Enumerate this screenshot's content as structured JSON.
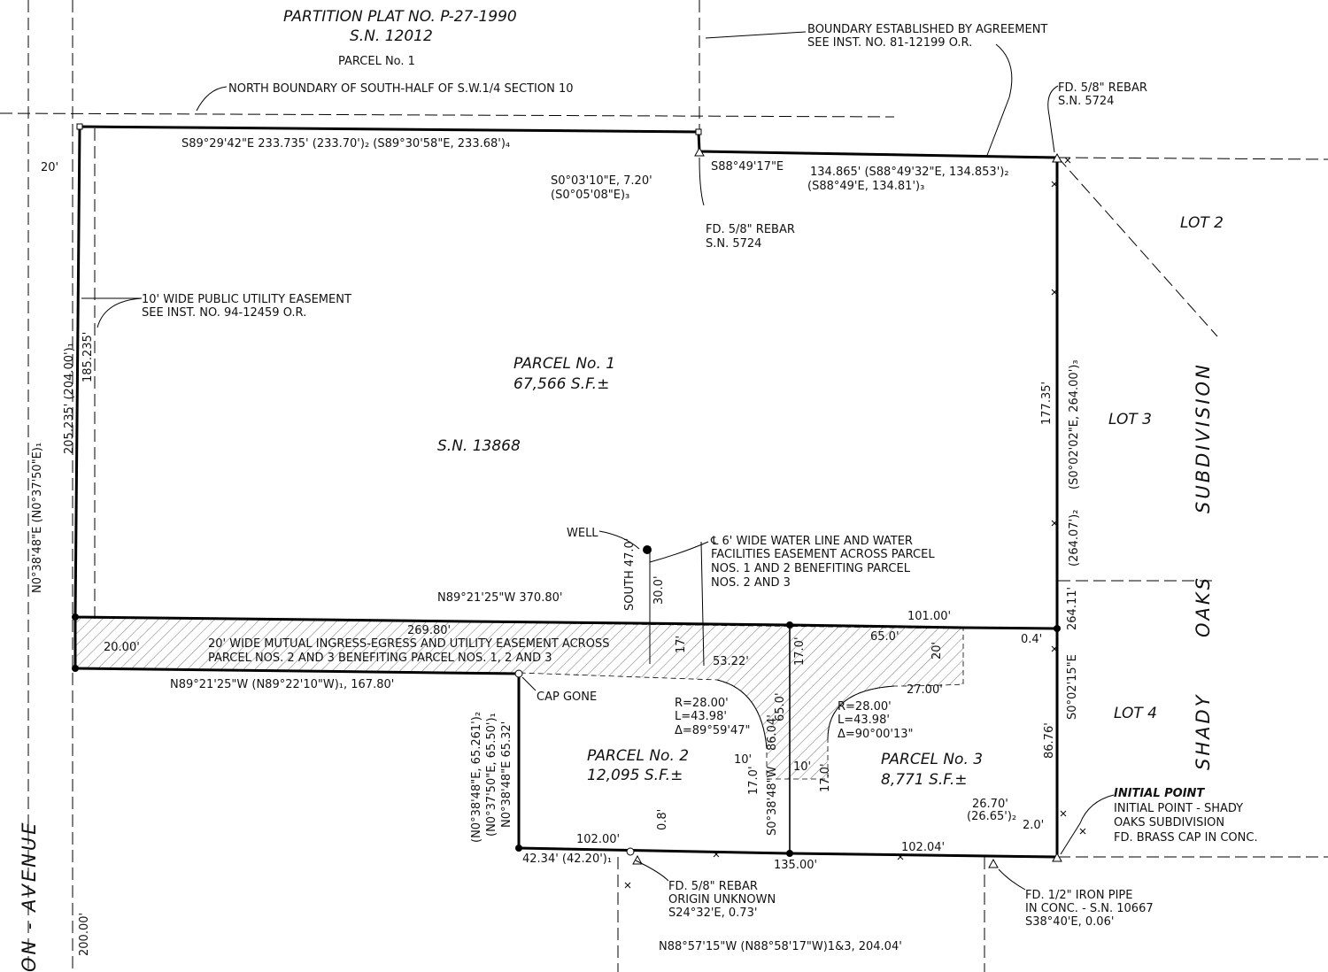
{
  "header": {
    "plat_title": "PARTITION PLAT NO. P-27-1990",
    "plat_sn": "S.N. 12012",
    "plat_parcel": "PARCEL No. 1",
    "north_boundary": "NORTH BOUNDARY OF SOUTH-HALF OF S.W.1/4 SECTION 10",
    "agreement_1": "BOUNDARY ESTABLISHED BY AGREEMENT",
    "agreement_2": "SEE INST. NO. 81-12199 O.R."
  },
  "monuments": {
    "ne_rebar_1": "FD. 5/8\" REBAR",
    "ne_rebar_2": "S.N. 5724",
    "mid_rebar_1": "FD. 5/8\" REBAR",
    "mid_rebar_2": "S.N. 5724",
    "cap_gone": "CAP GONE",
    "well": "WELL",
    "rebar_unknown_1": "FD. 5/8\" REBAR",
    "rebar_unknown_2": "ORIGIN UNKNOWN",
    "rebar_unknown_3": "S24°32'E, 0.73'",
    "iron_pipe_1": "FD. 1/2\" IRON PIPE",
    "iron_pipe_2": "IN CONC. - S.N. 10667",
    "iron_pipe_3": "S38°40'E, 0.06'",
    "initial_point_title": "INITIAL POINT",
    "initial_point_1": "INITIAL POINT - SHADY",
    "initial_point_2": "OAKS SUBDIVISION",
    "initial_point_3": "FD. BRASS CAP IN CONC."
  },
  "easements": {
    "utility_1": "10' WIDE PUBLIC UTILITY EASEMENT",
    "utility_2": "SEE INST. NO. 94-12459 O.R.",
    "water_1": "℄ 6' WIDE WATER LINE AND WATER",
    "water_2": "FACILITIES EASEMENT ACROSS PARCEL",
    "water_3": "NOS. 1 AND 2 BENEFITING PARCEL",
    "water_4": "NOS. 2 AND 3",
    "ingress_1": "20' WIDE MUTUAL INGRESS-EGRESS AND UTILITY EASEMENT ACROSS",
    "ingress_2": "PARCEL NOS. 2 AND 3 BENEFITING PARCEL NOS. 1, 2 AND 3"
  },
  "parcels": {
    "p1_name": "PARCEL No. 1",
    "p1_area": "67,566 S.F.±",
    "p1_sn": "S.N. 13868",
    "p2_name": "PARCEL No. 2",
    "p2_area": "12,095 S.F.±",
    "p3_name": "PARCEL No. 3",
    "p3_area": "8,771 S.F.±"
  },
  "subdivision": {
    "lot2": "LOT 2",
    "lot3": "LOT 3",
    "lot4": "LOT 4",
    "shady": "SHADY",
    "oaks": "OAKS",
    "subdivision": "SUBDIVISION",
    "avenue": "ON - AVENUE"
  },
  "dims": {
    "north_line": "S89°29'42\"E    233.735'    (233.70')₂    (S89°30'58\"E, 233.68')₄",
    "w20": "20'",
    "jog_1": "S0°03'10\"E, 7.20'",
    "jog_2": "(S0°05'08\"E)₃",
    "ne_1": "S88°49'17\"E",
    "ne_2": "134.865'  (S88°49'32\"E, 134.853')₂",
    "ne_3": "(S88°49'E, 134.81')₃",
    "west_1": "N0°38'48\"E    (N0°37'50\"E)₁",
    "west_2": "205.235'    (204.00')₁",
    "west_3": "185.235'",
    "east_1": "177.35'",
    "east_2": "(S0°02'02\"E, 264.00')₃",
    "east_3": "(264.07')₂",
    "east_4": "264.11'",
    "east_5": "S0°02'15\"E",
    "east_6": "86.76'",
    "south_p1": "N89°21'25\"W    370.80'",
    "south_a": "269.80'",
    "south_b": "101.00'",
    "south_c": "65.0'",
    "d04": "0.4'",
    "d20": "20.00'",
    "d20b": "20'",
    "ing_1": "N89°21'25\"W    (N89°22'10\"W)₁,    167.80'",
    "south47": "SOUTH 47.0'",
    "d30": "30.0'",
    "d17": "17'",
    "d5322": "53.22'",
    "d170": "17.0'",
    "d2700": "27.00'",
    "c1_r": "R=28.00'",
    "c1_l": "L=43.98'",
    "c1_d": "Δ=89°59'47\"",
    "c2_r": "R=28.00'",
    "c2_l": "L=43.98'",
    "c2_d": "Δ=90°00'13\"",
    "d650v": "65.0'",
    "d8604": "86.04'",
    "div": "S0°38'48\"W",
    "d10a": "10'",
    "d10b": "10'",
    "d170b": "17.0'",
    "d170c": "17.0'",
    "p2w_1": "(N0°38'48\"E, 65.261')₂",
    "p2w_2": "(N0°37'50\"E, 65.50')₁",
    "p2w_3": "N0°38'48\"E  65.32'",
    "s_a": "102.00'",
    "s_b": "42.34'  (42.20')₁",
    "s_c": "0.8'",
    "s_d": "135.00'",
    "s_e": "102.04'",
    "s_f": "26.70'",
    "s_g": "(26.65')₂",
    "s_h": "2.0'",
    "bottom": "N88°57'15\"W    (N88°58'17\"W)1&3,  204.04'",
    "d200": "200.00'"
  }
}
